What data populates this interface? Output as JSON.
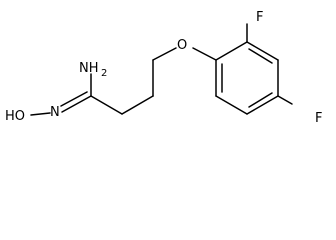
{
  "molecule": {
    "atoms": {
      "nh2": {
        "label": "NH",
        "sub": "2"
      },
      "hydroxy": {
        "label": "HO"
      },
      "n": {
        "label": "N"
      },
      "oxygen": {
        "label": "O"
      },
      "fluorine_top": {
        "label": "F"
      },
      "fluorine_bottom": {
        "label": "F"
      }
    },
    "colors": {
      "bond": "#000000",
      "text": "#000000",
      "background": "#ffffff"
    }
  }
}
